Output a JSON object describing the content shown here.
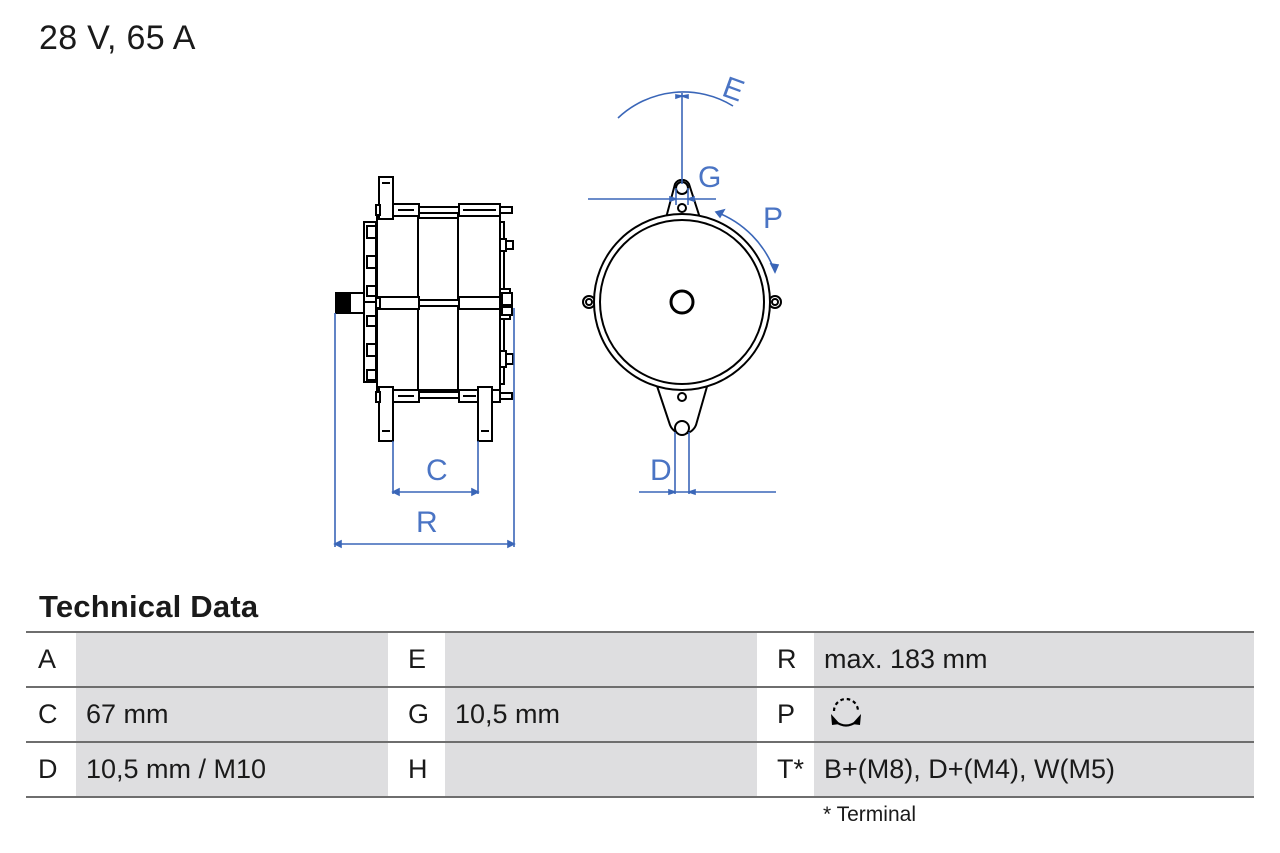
{
  "header": {
    "title": "28 V, 65 A"
  },
  "drawing": {
    "line_color": "#000000",
    "dimension_color": "#3a66b8",
    "dimension_labels": {
      "E": "E",
      "G": "G",
      "P": "P",
      "C": "C",
      "R": "R",
      "D": "D"
    }
  },
  "technical_data": {
    "title": "Technical Data",
    "rows": [
      [
        {
          "key": "A",
          "value": ""
        },
        {
          "key": "E",
          "value": ""
        },
        {
          "key": "R",
          "value": "max. 183 mm"
        }
      ],
      [
        {
          "key": "C",
          "value": "67 mm"
        },
        {
          "key": "G",
          "value": "10,5 mm"
        },
        {
          "key": "P",
          "value": "",
          "icon": "bidirectional-rotation-icon"
        }
      ],
      [
        {
          "key": "D",
          "value": "10,5 mm / M10"
        },
        {
          "key": "H",
          "value": ""
        },
        {
          "key": "T*",
          "value": "B+(M8), D+(M4), W(M5)"
        }
      ]
    ],
    "footnote": "* Terminal",
    "colors": {
      "value_cell_bg": "#dedee0",
      "rule": "#6e6e6e"
    }
  }
}
